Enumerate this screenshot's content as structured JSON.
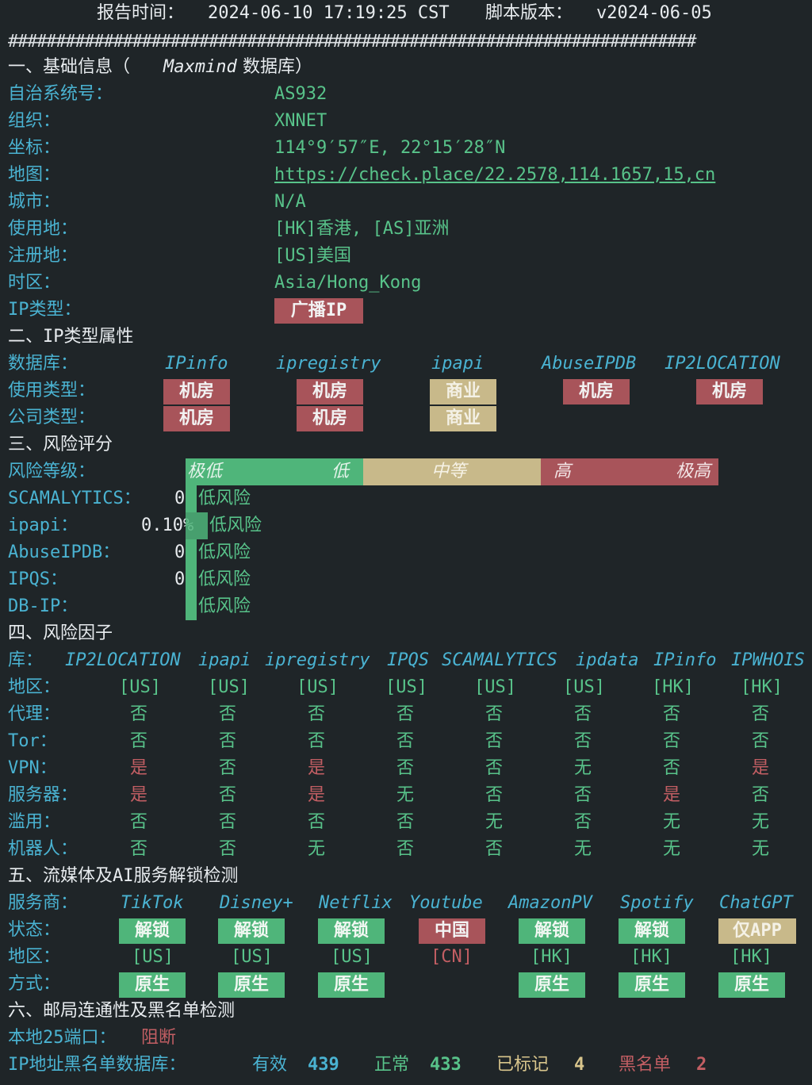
{
  "header": {
    "report_label": "报告时间：",
    "report_time": "2024-06-10 17:19:25 CST",
    "version_label": "脚本版本：",
    "version": "v2024-06-05",
    "divider": "########################################################################"
  },
  "section1": {
    "title_a": "一、基础信息（",
    "title_b": "Maxmind",
    "title_c": " 数据库）",
    "rows": [
      {
        "label": "自治系统号：",
        "value": "AS932"
      },
      {
        "label": "组织：",
        "value": "XNNET"
      },
      {
        "label": "坐标：",
        "value": "114°9′57″E, 22°15′28″N"
      },
      {
        "label": "地图：",
        "value": "https://check.place/22.2578,114.1657,15,cn"
      },
      {
        "label": "城市：",
        "value": "N/A"
      },
      {
        "label": "使用地：",
        "value": "[HK]香港, [AS]亚洲"
      },
      {
        "label": "注册地：",
        "value": "[US]美国"
      },
      {
        "label": "时区：",
        "value": "Asia/Hong_Kong"
      },
      {
        "label": "IP类型：",
        "value": "广播IP"
      }
    ]
  },
  "section2": {
    "title": "二、IP类型属性",
    "db_label": "数据库：",
    "databases": [
      "IPinfo",
      "ipregistry",
      "ipapi",
      "AbuseIPDB",
      "IP2LOCATION"
    ],
    "usage_label": "使用类型：",
    "usage": [
      "机房",
      "机房",
      "商业",
      "机房",
      "机房"
    ],
    "company_label": "公司类型：",
    "company": [
      "机房",
      "机房",
      "商业"
    ]
  },
  "section3": {
    "title": "三、风险评分",
    "level_label": "风险等级：",
    "levels": {
      "very_low": "极低",
      "low": "低",
      "mid": "中等",
      "high": "高",
      "very_high": "极高"
    },
    "scores": [
      {
        "label": "SCAMALYTICS：",
        "score": "0",
        "level": "低风险"
      },
      {
        "label": "ipapi：",
        "score": "0.10%",
        "level": "低风险"
      },
      {
        "label": "AbuseIPDB：",
        "score": "0",
        "level": "低风险"
      },
      {
        "label": "IPQS：",
        "score": "0",
        "level": "低风险"
      },
      {
        "label": "DB-IP：",
        "score": "",
        "level": "低风险"
      }
    ]
  },
  "section4": {
    "title": "四、风险因子",
    "db_label": "库：",
    "databases": [
      "IP2LOCATION",
      "ipapi",
      "ipregistry",
      "IPQS",
      "SCAMALYTICS",
      "ipdata",
      "IPinfo",
      "IPWHOIS"
    ],
    "rows": [
      {
        "label": "地区：",
        "values": [
          "[US]",
          "[US]",
          "[US]",
          "[US]",
          "[US]",
          "[US]",
          "[HK]",
          "[HK]"
        ]
      },
      {
        "label": "代理：",
        "values": [
          "否",
          "否",
          "否",
          "否",
          "否",
          "否",
          "否",
          "否"
        ]
      },
      {
        "label": "Tor：",
        "values": [
          "否",
          "否",
          "否",
          "否",
          "否",
          "否",
          "否",
          "否"
        ]
      },
      {
        "label": "VPN：",
        "values": [
          "是",
          "否",
          "是",
          "否",
          "否",
          "无",
          "否",
          "是"
        ]
      },
      {
        "label": "服务器：",
        "values": [
          "是",
          "否",
          "是",
          "无",
          "否",
          "否",
          "是",
          "否"
        ]
      },
      {
        "label": "滥用：",
        "values": [
          "否",
          "否",
          "否",
          "否",
          "无",
          "否",
          "无",
          "无"
        ]
      },
      {
        "label": "机器人：",
        "values": [
          "否",
          "否",
          "无",
          "否",
          "否",
          "无",
          "无",
          "无"
        ]
      }
    ],
    "colors": {
      "是": "#c25e63",
      "否": "#58c38a",
      "无": "#58c38a",
      "[US]": "#58c38a",
      "[HK]": "#58c38a"
    }
  },
  "section5": {
    "title": "五、流媒体及AI服务解锁检测",
    "provider_label": "服务商：",
    "providers": [
      "TikTok",
      "Disney+",
      "Netflix",
      "Youtube",
      "AmazonPV",
      "Spotify",
      "ChatGPT"
    ],
    "status_label": "状态：",
    "status": [
      "解锁",
      "解锁",
      "解锁",
      "中国",
      "解锁",
      "解锁",
      "仅APP"
    ],
    "region_label": "地区：",
    "regions": [
      "[US]",
      "[US]",
      "[US]",
      "[CN]",
      "[HK]",
      "[HK]",
      "[HK]"
    ],
    "method_label": "方式：",
    "methods": [
      "原生",
      "原生",
      "原生",
      "",
      "原生",
      "原生",
      "原生"
    ]
  },
  "section6": {
    "title": "六、邮局连通性及黑名单检测",
    "port_label": "本地25端口：",
    "port_value": "阻断",
    "bl_label": "IP地址黑名单数据库：",
    "valid_label": "有效",
    "valid": "439",
    "normal_label": "正常",
    "normal": "433",
    "marked_label": "已标记",
    "marked": "4",
    "black_label": "黑名单",
    "black": "2"
  }
}
